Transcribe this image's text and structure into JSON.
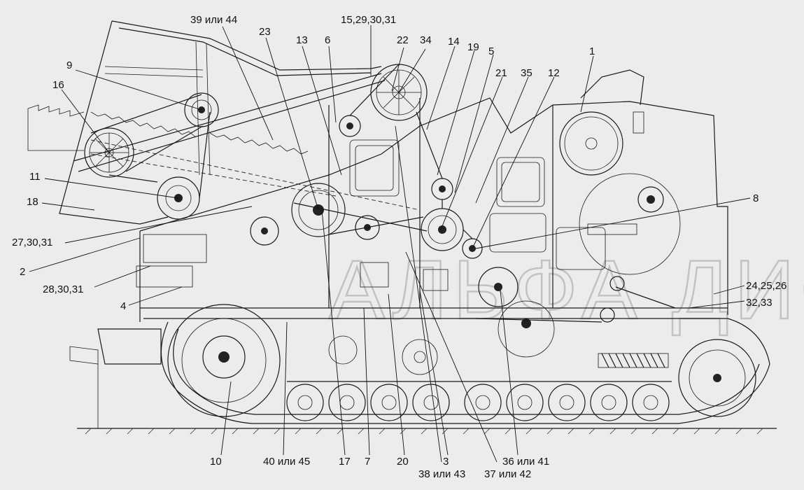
{
  "diagram": {
    "callouts": [
      {
        "id": "c1",
        "text": "39 или 44"
      },
      {
        "id": "c2",
        "text": "23"
      },
      {
        "id": "c3",
        "text": "13"
      },
      {
        "id": "c4",
        "text": "6"
      },
      {
        "id": "c5",
        "text": "15,29,30,31"
      },
      {
        "id": "c6",
        "text": "22"
      },
      {
        "id": "c7",
        "text": "34"
      },
      {
        "id": "c8",
        "text": "14"
      },
      {
        "id": "c9",
        "text": "19"
      },
      {
        "id": "c10",
        "text": "5"
      },
      {
        "id": "c11",
        "text": "1"
      },
      {
        "id": "c12",
        "text": "21"
      },
      {
        "id": "c13",
        "text": "35"
      },
      {
        "id": "c14",
        "text": "12"
      },
      {
        "id": "c15",
        "text": "9"
      },
      {
        "id": "c16",
        "text": "16"
      },
      {
        "id": "c17",
        "text": "11"
      },
      {
        "id": "c18",
        "text": "18"
      },
      {
        "id": "c19",
        "text": "27,30,31"
      },
      {
        "id": "c20",
        "text": "2"
      },
      {
        "id": "c21",
        "text": "28,30,31"
      },
      {
        "id": "c22",
        "text": "4"
      },
      {
        "id": "c23",
        "text": "8"
      },
      {
        "id": "c24",
        "text": "24,25,26"
      },
      {
        "id": "c25",
        "text": "32,33"
      },
      {
        "id": "c26",
        "text": "10"
      },
      {
        "id": "c27",
        "text": "40 или 45"
      },
      {
        "id": "c28",
        "text": "17"
      },
      {
        "id": "c29",
        "text": "7"
      },
      {
        "id": "c30",
        "text": "20"
      },
      {
        "id": "c31",
        "text": "3"
      },
      {
        "id": "c32",
        "text": "36 или 41"
      },
      {
        "id": "c33",
        "text": "38 или 43"
      },
      {
        "id": "c34",
        "text": "37 или 42"
      }
    ],
    "watermark": "АЛЬФА ДИС"
  }
}
